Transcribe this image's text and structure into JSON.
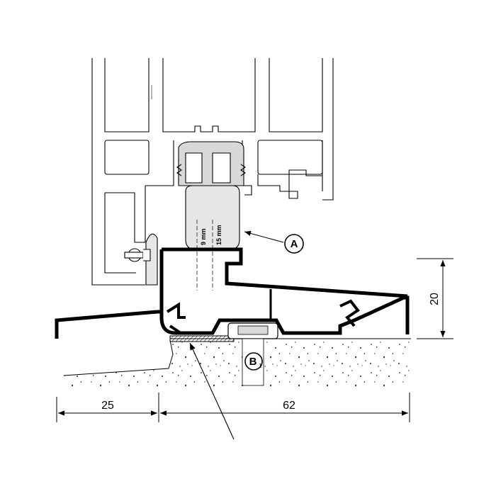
{
  "dimensions": {
    "left_width": "25",
    "right_width": "62",
    "threshold_height": "20"
  },
  "callouts": {
    "a_label": "A",
    "b_label": "B",
    "b_subscript": "1"
  },
  "gasket_markings": {
    "left": "9 mm",
    "right": "15 mm"
  }
}
